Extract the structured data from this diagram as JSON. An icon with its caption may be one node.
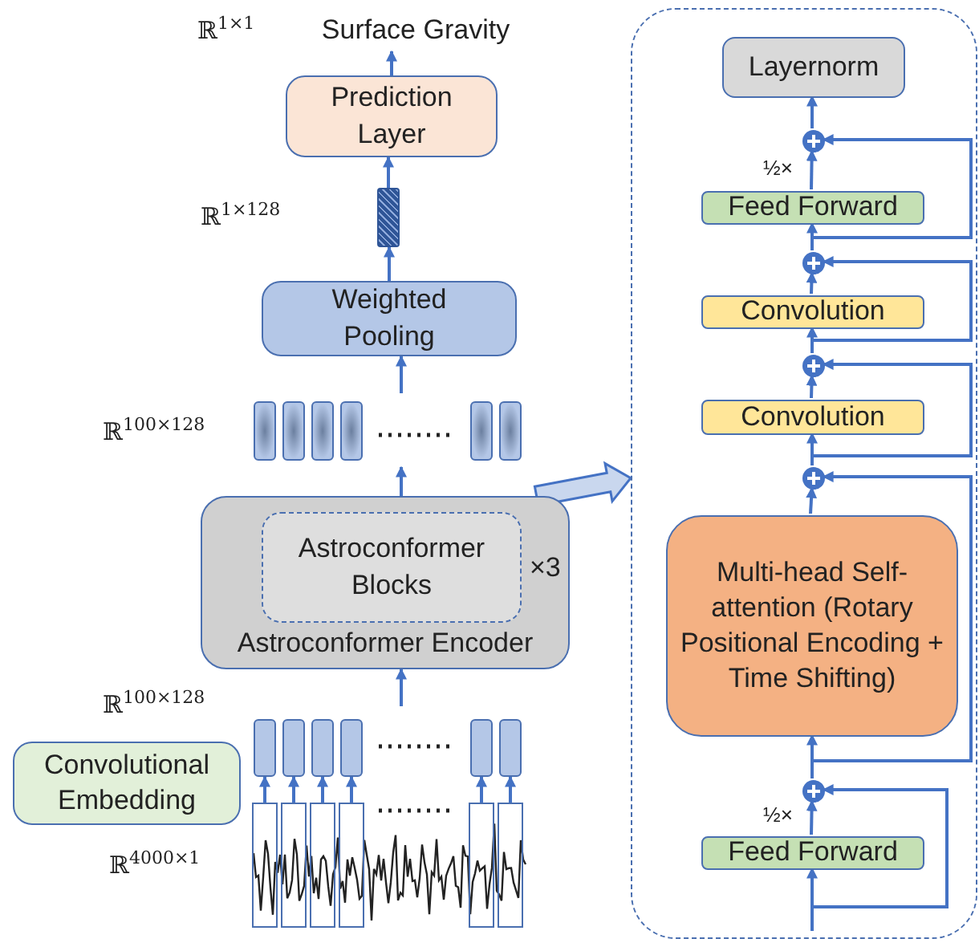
{
  "diagram": {
    "nodes": [
      {
        "text": [
          "Surface Gravity"
        ]
      },
      {
        "text": [
          "Prediction Layer"
        ]
      },
      {
        "text": [],
        "shape": "bar"
      },
      {
        "text": [
          "Weighted Pooling"
        ]
      },
      {
        "text": [],
        "shape": "bar"
      },
      {
        "text": [],
        "shape": "bar"
      },
      {
        "text": [],
        "shape": "bar"
      },
      {
        "text": [],
        "shape": "bar"
      },
      {
        "text": [],
        "shape": "bar"
      },
      {
        "text": [],
        "shape": "bar"
      },
      {
        "text": [
          "Astroconformer Encoder"
        ]
      },
      {
        "text": [
          "Astroconformer Blocks"
        ],
        "in": 10,
        "beside": [
          "×3"
        ]
      },
      {
        "text": [],
        "shape": "bar"
      },
      {
        "text": [],
        "shape": "bar"
      },
      {
        "text": [],
        "shape": "bar"
      },
      {
        "text": [],
        "shape": "bar"
      },
      {
        "text": [],
        "shape": "bar"
      },
      {
        "text": [],
        "shape": "bar"
      },
      {
        "text": [
          "Convolutional Embedding"
        ]
      },
      {
        "text": [],
        "shape": "box"
      },
      {
        "text": [],
        "shape": "box"
      },
      {
        "text": [],
        "shape": "box"
      },
      {
        "text": [],
        "shape": "box"
      },
      {
        "text": [],
        "shape": "box"
      },
      {
        "text": [],
        "shape": "box"
      },
      {
        "text": [],
        "shape": "box"
      },
      {
        "text": [
          "Layernorm"
        ],
        "in": 25
      },
      {
        "text": [],
        "shape": "circle",
        "in": 25
      },
      {
        "text": [
          "Feed Forward"
        ],
        "in": 25
      },
      {
        "text": [],
        "shape": "circle",
        "in": 25
      },
      {
        "text": [
          "Convolution"
        ],
        "in": 25
      },
      {
        "text": [],
        "shape": "circle",
        "in": 25
      },
      {
        "text": [
          "Convolution"
        ],
        "in": 25
      },
      {
        "text": [],
        "shape": "circle",
        "in": 25
      },
      {
        "text": [
          "Multi-head Self-attention (Rotary Positional Encoding + Time Shifting)"
        ],
        "in": 25
      },
      {
        "text": [],
        "shape": "circle",
        "in": 25
      },
      {
        "text": [
          "Feed Forward"
        ],
        "in": 25
      }
    ],
    "edges": [
      {
        "from": 1,
        "to": 0,
        "arrow": "to"
      },
      {
        "from": 2,
        "to": 1,
        "arrow": "to"
      },
      {
        "from": 3,
        "to": 2,
        "arrow": "to"
      },
      {
        "from": null,
        "to": 3,
        "arrow": "to"
      },
      {
        "from": 10,
        "to": null,
        "arrow": "to"
      },
      {
        "from": null,
        "to": 10,
        "arrow": "to"
      },
      {
        "from": 19,
        "to": 12,
        "arrow": "to"
      },
      {
        "from": 20,
        "to": 13,
        "arrow": "to"
      },
      {
        "from": 21,
        "to": 14,
        "arrow": "to"
      },
      {
        "from": 22,
        "to": 15,
        "arrow": "to"
      },
      {
        "from": 23,
        "to": 16,
        "arrow": "to"
      },
      {
        "from": 24,
        "to": 17,
        "arrow": "to"
      },
      {
        "from": 10,
        "to": 25,
        "arrow": "to",
        "style": "thick"
      },
      {
        "from": null,
        "to": 36,
        "arrow": "to"
      },
      {
        "from": null,
        "to": 35,
        "arrow": "to"
      },
      {
        "from": 36,
        "to": 35,
        "arrow": "to",
        "label": "½×"
      },
      {
        "from": 35,
        "to": 34,
        "arrow": "to"
      },
      {
        "from": 35,
        "to": 33,
        "arrow": "to"
      },
      {
        "from": 34,
        "to": 33,
        "arrow": "to"
      },
      {
        "from": 33,
        "to": 32,
        "arrow": "to"
      },
      {
        "from": 33,
        "to": 31,
        "arrow": "to"
      },
      {
        "from": 32,
        "to": 31,
        "arrow": "to"
      },
      {
        "from": 31,
        "to": 30,
        "arrow": "to"
      },
      {
        "from": 31,
        "to": 29,
        "arrow": "to"
      },
      {
        "from": 30,
        "to": 29,
        "arrow": "to"
      },
      {
        "from": 29,
        "to": 28,
        "arrow": "to"
      },
      {
        "from": 29,
        "to": 27,
        "arrow": "to"
      },
      {
        "from": 28,
        "to": 27,
        "arrow": "to",
        "label": "½×"
      },
      {
        "from": 27,
        "to": 26,
        "arrow": "to"
      }
    ],
    "labels": [
      "ℝ$^{1×1}$",
      "ℝ$^{1×128}$",
      "ℝ$^{100×128}$",
      "ℝ$^{100×128}$",
      "ℝ$^{4000×1}$"
    ]
  }
}
